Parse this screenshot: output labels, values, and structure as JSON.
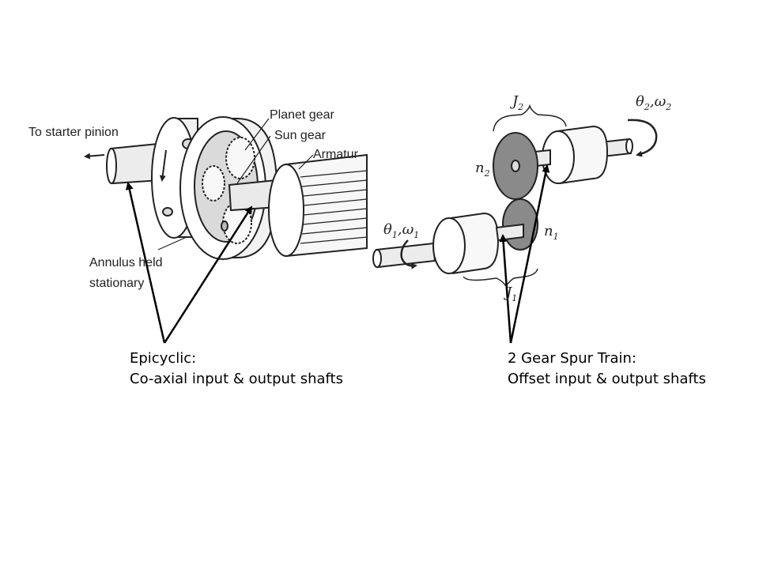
{
  "left_figure": {
    "labels": {
      "to_starter_pinion": "To starter pinion",
      "planet_gear": "Planet gear",
      "sun_gear": "Sun gear",
      "armature": "Armatur",
      "annulus_line1": "Annulus held",
      "annulus_line2": "stationary"
    },
    "caption": {
      "line1": "Epicyclic:",
      "line2": "Co-axial input & output shafts"
    }
  },
  "right_figure": {
    "labels": {
      "j2_main": "J",
      "j2_sub": "2",
      "j1_main": "J",
      "j1_sub": "1",
      "n2_main": "n",
      "n2_sub": "2",
      "n1_main": "n",
      "n1_sub": "1",
      "theta1": "θ",
      "theta1_sub": "1",
      "omega1": ",ω",
      "omega1_sub": "1",
      "theta2": "θ",
      "theta2_sub": "2",
      "omega2": ",ω",
      "omega2_sub": "2"
    },
    "caption": {
      "line1": "2 Gear Spur Train:",
      "line2": "Offset input & output shafts"
    }
  },
  "colors": {
    "line": "#222222",
    "gear_fill": "#888888",
    "body_fill": "#f4f4f4"
  }
}
